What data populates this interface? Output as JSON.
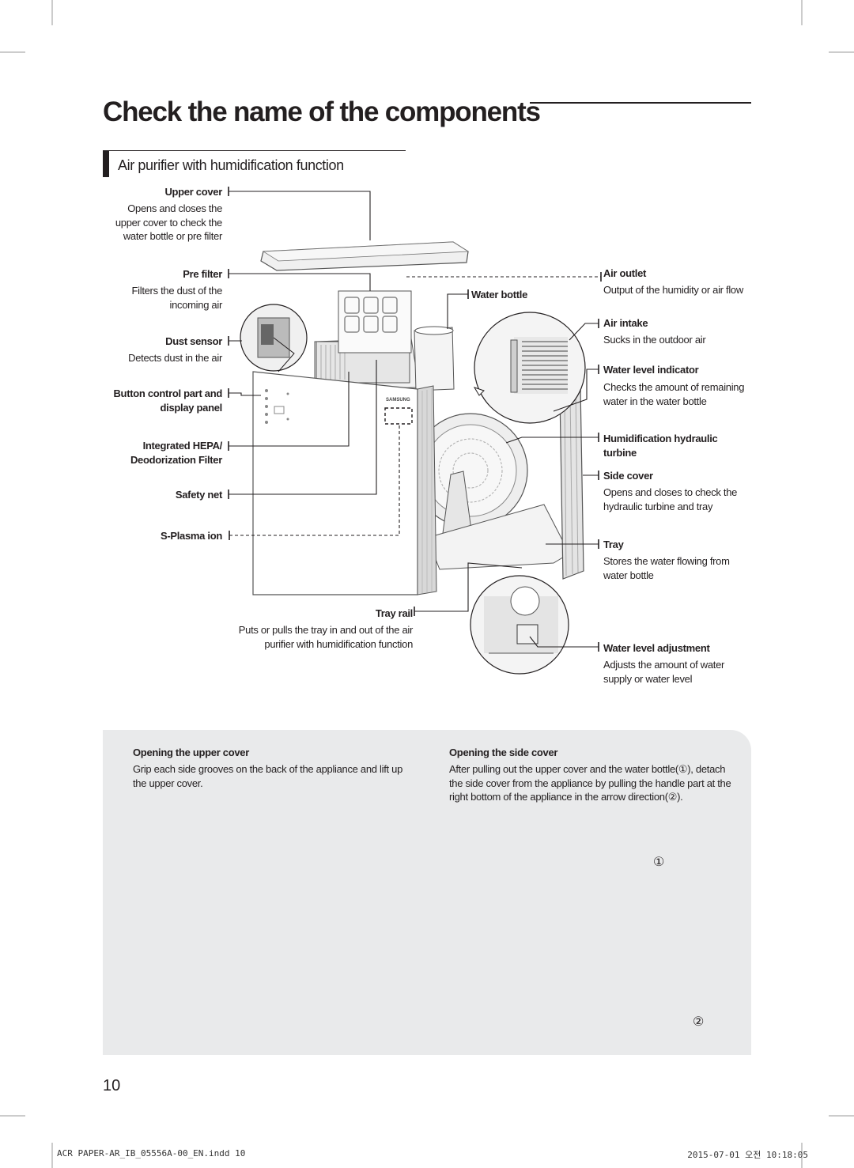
{
  "title": "Check the name of the components",
  "section_title": "Air purifier with humidification function",
  "left_labels": [
    {
      "label": "Upper cover",
      "desc": "Opens and closes the upper cover to check the water bottle or  pre filter"
    },
    {
      "label": "Pre filter",
      "desc": "Filters the dust of  the incoming air"
    },
    {
      "label": "Dust sensor",
      "desc": "Detects dust in the air"
    },
    {
      "label": "Button control part and display panel",
      "desc": ""
    },
    {
      "label": "Integrated HEPA/ Deodorization Filter",
      "desc": ""
    },
    {
      "label": "Safety net",
      "desc": ""
    },
    {
      "label": "S-Plasma ion",
      "desc": ""
    }
  ],
  "center_labels": {
    "water_bottle": "Water bottle",
    "tray_rail": "Tray rail",
    "tray_rail_desc": "Puts or pulls the tray in and out of the air purifier with humidification function"
  },
  "right_labels": [
    {
      "label": "Air outlet",
      "desc": "Output of the humidity or air flow"
    },
    {
      "label": "Air intake",
      "desc": "Sucks in the outdoor air"
    },
    {
      "label": "Water level indicator",
      "desc": "Checks the amount of remaining water in the water bottle"
    },
    {
      "label": "Humidification hydraulic turbine",
      "desc": ""
    },
    {
      "label": "Side cover",
      "desc": "Opens and closes to check the hydraulic turbine and tray"
    },
    {
      "label": "Tray",
      "desc": "Stores the water flowing from water bottle"
    },
    {
      "label": "Water level adjustment",
      "desc": "Adjusts the amount of water supply or water level"
    }
  ],
  "brand_mark": "SAMSUNG",
  "instructions": {
    "upper": {
      "title": "Opening the upper cover",
      "text": "Grip each side grooves on the back of the appliance and lift up the upper cover."
    },
    "side": {
      "title": "Opening the side cover",
      "text": "After pulling out the upper cover and the water bottle(①), detach the side cover from the appliance by pulling the handle part at the right bottom of the appliance in the arrow direction(②)."
    },
    "marker_1": "①",
    "marker_2": "②"
  },
  "page_number": "10",
  "footer": {
    "left": "ACR PAPER-AR_IB_05556A-00_EN.indd   10",
    "right": "2015-07-01   오전 10:18:05"
  }
}
